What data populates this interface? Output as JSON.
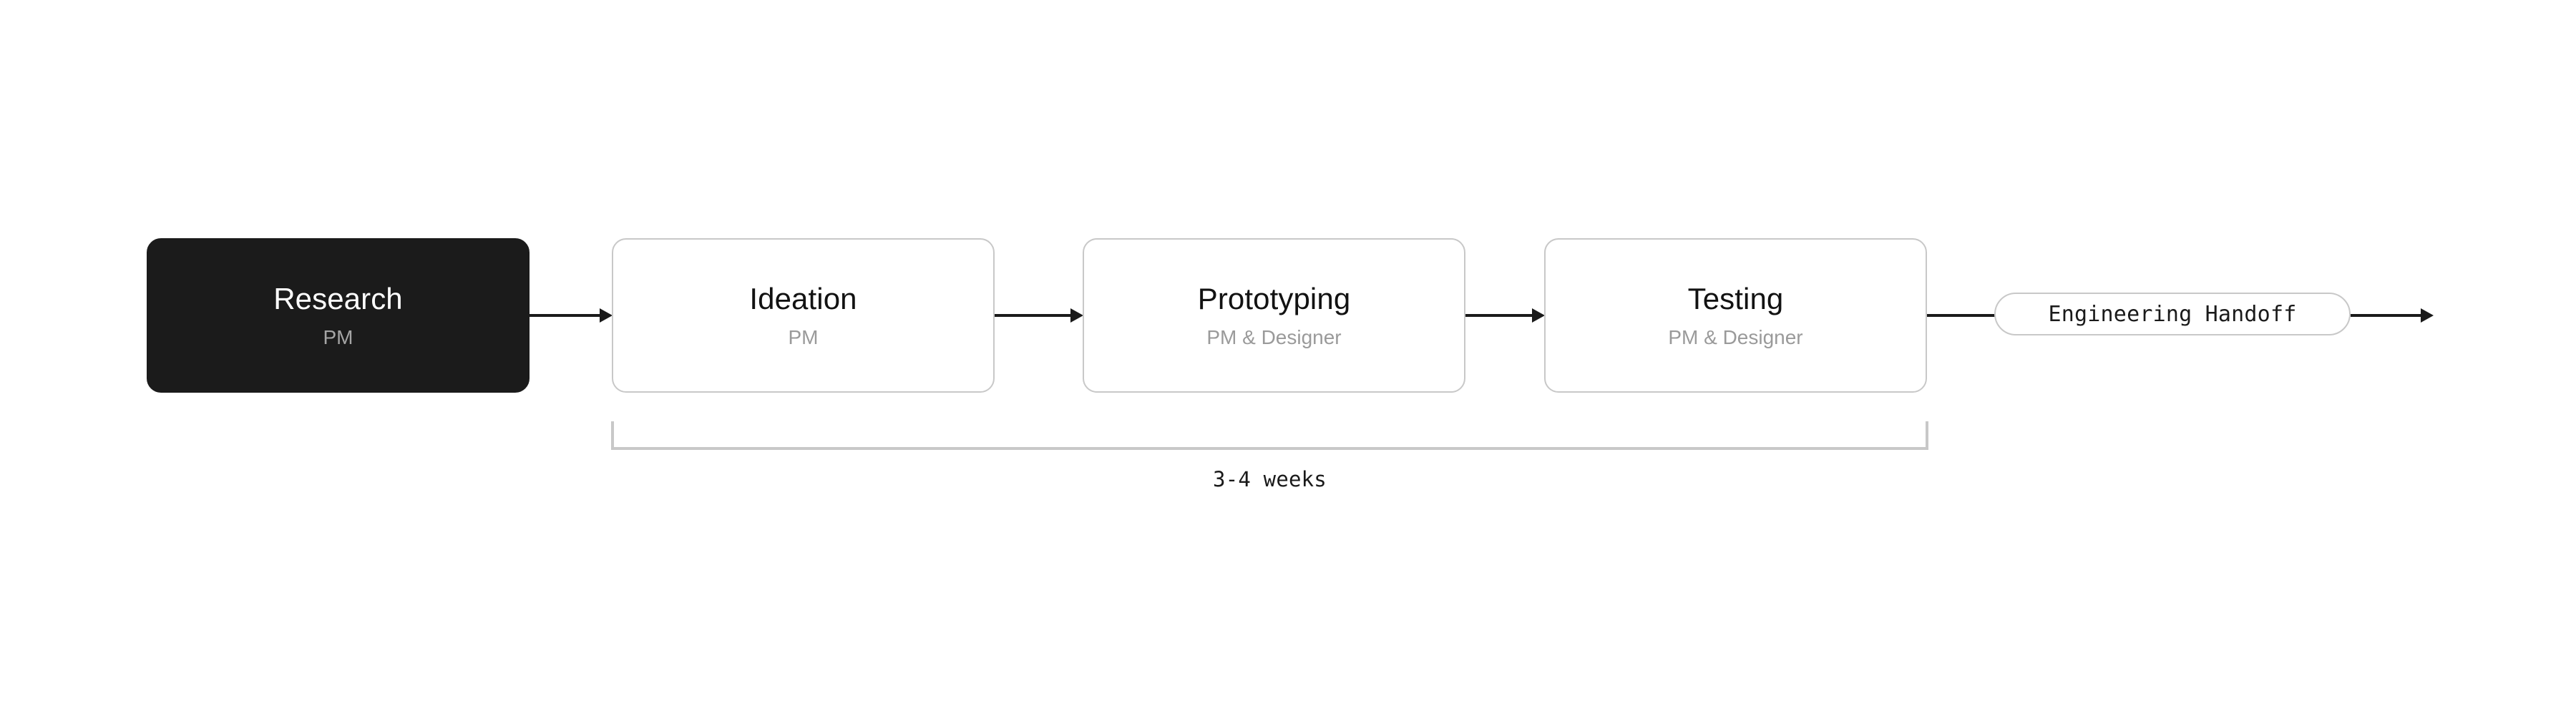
{
  "diagram": {
    "type": "process-flow",
    "orientation": "horizontal",
    "background_color": "#ffffff",
    "accent_dark": "#1b1b1b",
    "border_color": "#c8c8c8",
    "muted_text_color": "#9a9a9a",
    "stages": [
      {
        "id": "research",
        "title": "Research",
        "role": "PM",
        "style": "dark"
      },
      {
        "id": "ideation",
        "title": "Ideation",
        "role": "PM",
        "style": "light"
      },
      {
        "id": "prototyping",
        "title": "Prototyping",
        "role": "PM & Designer",
        "style": "light"
      },
      {
        "id": "testing",
        "title": "Testing",
        "role": "PM & Designer",
        "style": "light"
      }
    ],
    "terminal": {
      "id": "engineering-handoff",
      "label": "Engineering Handoff"
    },
    "duration_bracket": {
      "label": "3-4 weeks",
      "spans_stages": [
        "ideation",
        "prototyping",
        "testing"
      ]
    },
    "connectors": [
      {
        "id": "research-to-ideation",
        "icon": "arrow-right-icon"
      },
      {
        "id": "ideation-to-prototyping",
        "icon": "arrow-right-icon"
      },
      {
        "id": "prototyping-to-testing",
        "icon": "arrow-right-icon"
      },
      {
        "id": "testing-to-handoff",
        "icon": "line-icon"
      },
      {
        "id": "handoff-to-next",
        "icon": "arrow-right-icon"
      }
    ]
  }
}
